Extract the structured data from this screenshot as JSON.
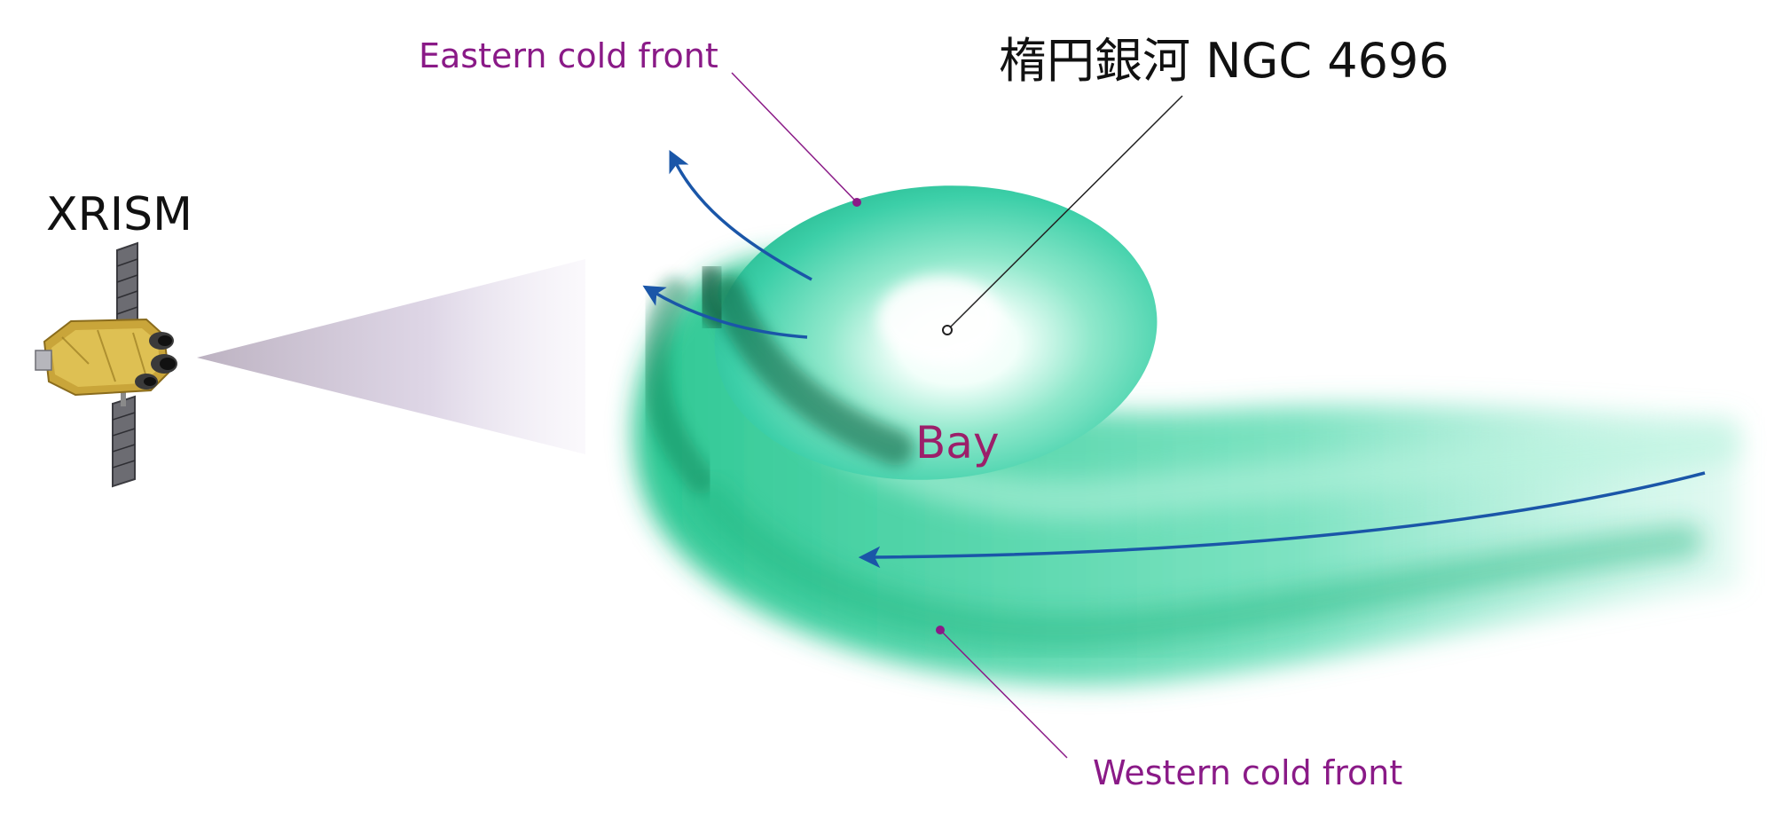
{
  "satellite": {
    "name": "XRISM",
    "icon": "satellite-icon"
  },
  "galaxy": {
    "label": "楕円銀河 NGC 4696"
  },
  "labels": {
    "eastern_cold_front": "Eastern cold front",
    "western_cold_front": "Western cold front",
    "bay": "Bay"
  },
  "colors": {
    "label_purple": "#8a1a87",
    "bay_magenta": "#9c1f6a",
    "flow_arrow_blue": "#1a56a8",
    "gas_teal": "#3ccfa0",
    "gas_dark": "#0d6e48"
  }
}
